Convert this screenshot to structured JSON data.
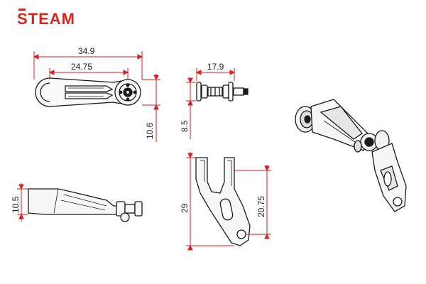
{
  "brand": {
    "logo_text": "STEAM",
    "color": "#e2231a"
  },
  "colors": {
    "line": "#1a1a1a",
    "dimension": "#d91e1e",
    "text": "#222222"
  },
  "dimensions": {
    "top_view_overall": "34.9",
    "top_view_inner": "24.75",
    "top_view_height": "10.6",
    "front_width": "17.9",
    "front_height": "8.5",
    "side_height": "10.5",
    "bracket_total": "29",
    "bracket_inner": "20.75"
  }
}
